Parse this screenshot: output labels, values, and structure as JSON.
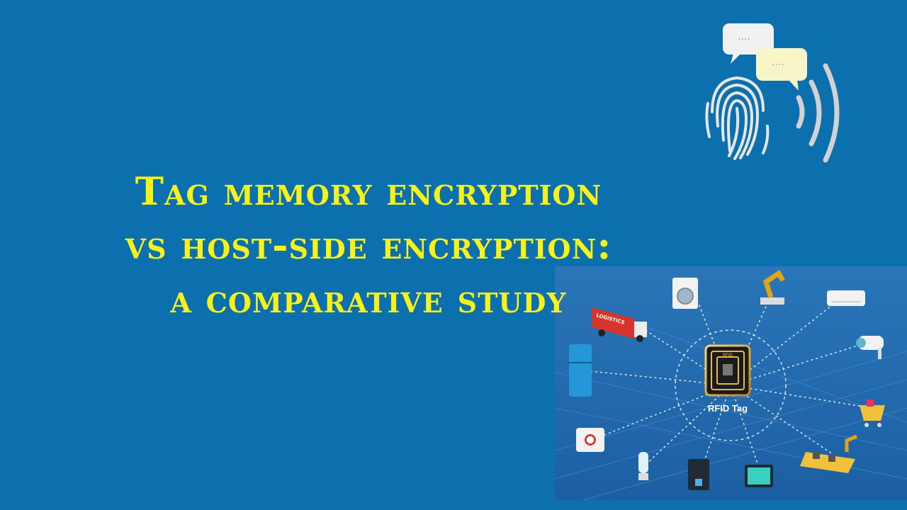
{
  "slide": {
    "title_lines": [
      "Tag memory encryption",
      "vs host-side encryption:",
      "a comparative study"
    ],
    "colors": {
      "background": "#0b70ad",
      "title": "#f7f31a"
    }
  },
  "illustration_top": {
    "icons": [
      "fingerprint-icon",
      "chat-bubble-icon",
      "chat-bubble-icon",
      "nfc-waves-icon"
    ]
  },
  "illustration_network": {
    "center_label": "RFID Tag",
    "chip_label": "RFID",
    "truck_label": "LOGISTICS",
    "icons": [
      "washing-machine-icon",
      "robot-arm-icon",
      "air-conditioner-icon",
      "logistics-truck-icon",
      "security-camera-icon",
      "refrigerator-icon",
      "shopping-cart-icon",
      "first-aid-kit-icon",
      "light-bulb-icon",
      "coffee-machine-icon",
      "monitor-icon",
      "assembly-line-icon"
    ]
  }
}
